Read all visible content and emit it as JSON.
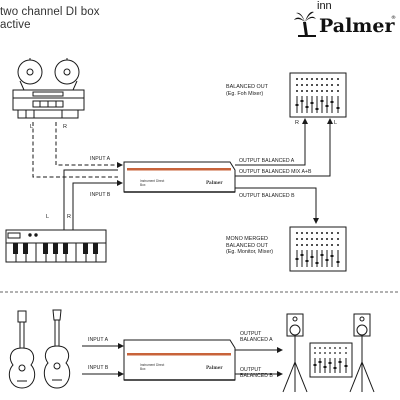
{
  "title": {
    "line1": "two channel DI box",
    "line2": "active"
  },
  "brand": {
    "small": "inn",
    "name": "Palmer",
    "reg": "®"
  },
  "section1": {
    "tape_left_channel": "L",
    "tape_right_channel": "R",
    "input_a": "INPUT A",
    "input_b": "INPUT B",
    "keyboard_left_channel": "L",
    "keyboard_right_channel": "R",
    "output_a": "OUTPUT BALANCED A",
    "output_mix": "OUTPUT BALANCED MIX A+B",
    "output_b": "OUTPUT BALANCED B",
    "mixer_top_caption": "BALANCED OUT\n(Eg. Foh Mixer)",
    "mixer_top_r": "R",
    "mixer_top_l": "L",
    "mixer_bottom_caption": "MONO MERGED\nBALANCED OUT\n(Eg. Monitor, Mixer)",
    "box_label_1": "Instrument Direct",
    "box_label_2": "Box",
    "box_logo": "Palmer"
  },
  "section2": {
    "input_a": "INPUT A",
    "input_b": "INPUT B",
    "output_a": "OUTPUT\nBALANCED A",
    "output_b": "OUTPUT\nBALANCED B",
    "box_label_1": "Instrument Direct",
    "box_label_2": "Box",
    "box_logo": "Palmer"
  },
  "colors": {
    "line": "#1a1a1a",
    "accent_stripe": "#c8633a"
  },
  "icons": [
    "palm-tree-icon",
    "tape-recorder-icon",
    "keyboard-icon",
    "mixer-icon",
    "guitar-icon",
    "speaker-stand-icon"
  ]
}
